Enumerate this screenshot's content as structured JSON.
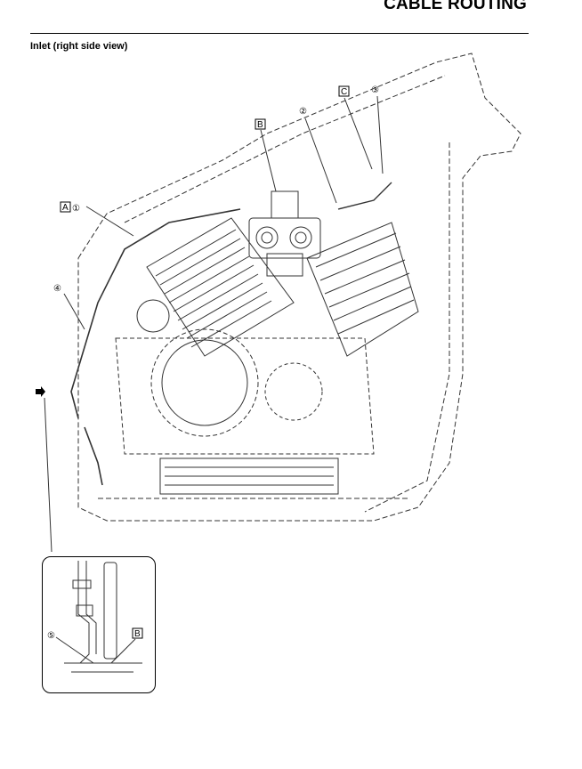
{
  "header": {
    "title": "CABLE ROUTING"
  },
  "section": {
    "title": "Inlet (right side view)"
  },
  "callouts": {
    "A": "A",
    "B": "B",
    "C": "C",
    "n1": "①",
    "n2": "②",
    "n3": "③",
    "n4": "④",
    "n5": "⑤",
    "inset_B": "B"
  }
}
